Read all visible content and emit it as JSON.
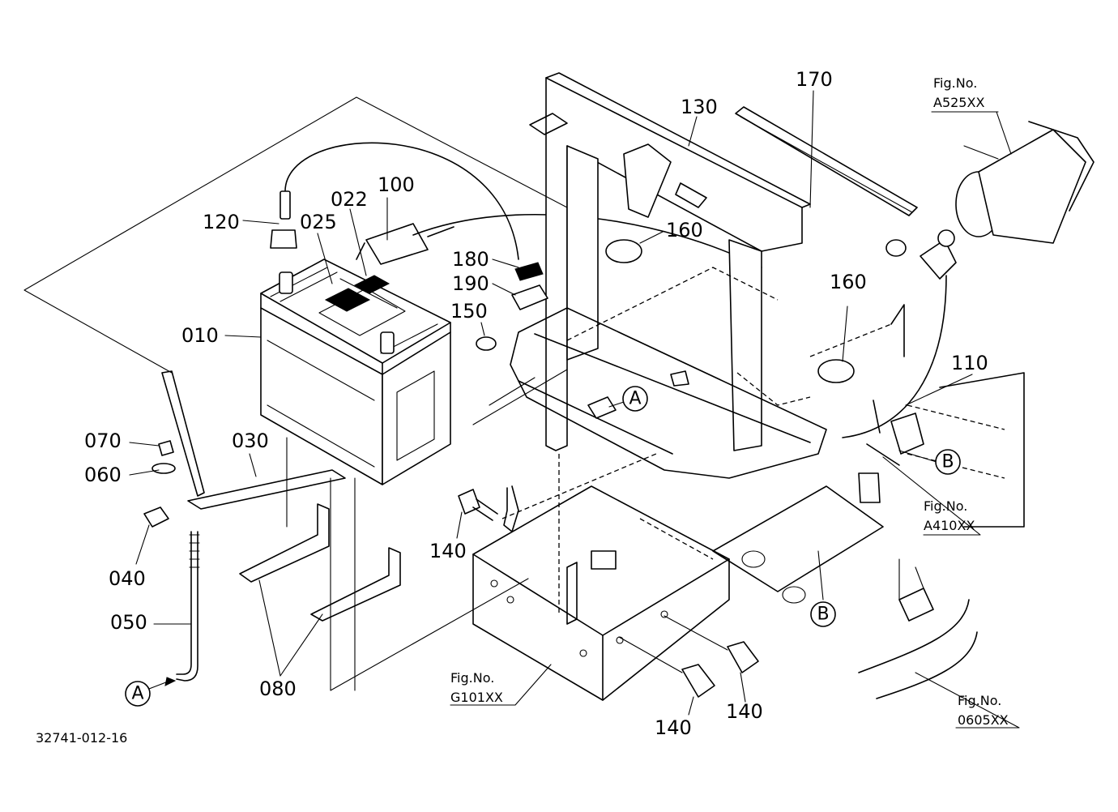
{
  "diagram": {
    "drawing_number": "32741-012-16",
    "part_labels": [
      {
        "key": "p170",
        "text": "170"
      },
      {
        "key": "p130",
        "text": "130"
      },
      {
        "key": "p100",
        "text": "100"
      },
      {
        "key": "p022",
        "text": "022"
      },
      {
        "key": "p120",
        "text": "120"
      },
      {
        "key": "p025",
        "text": "025"
      },
      {
        "key": "p160a",
        "text": "160"
      },
      {
        "key": "p180",
        "text": "180"
      },
      {
        "key": "p190",
        "text": "190"
      },
      {
        "key": "p150",
        "text": "150"
      },
      {
        "key": "p010",
        "text": "010"
      },
      {
        "key": "p160b",
        "text": "160"
      },
      {
        "key": "p110",
        "text": "110"
      },
      {
        "key": "p070",
        "text": "070"
      },
      {
        "key": "p030",
        "text": "030"
      },
      {
        "key": "p060",
        "text": "060"
      },
      {
        "key": "p140a",
        "text": "140"
      },
      {
        "key": "p040",
        "text": "040"
      },
      {
        "key": "p050",
        "text": "050"
      },
      {
        "key": "p080",
        "text": "080"
      },
      {
        "key": "p140b",
        "text": "140"
      },
      {
        "key": "p140c",
        "text": "140"
      }
    ],
    "figure_refs": [
      {
        "key": "a525",
        "caption": "Fig.No.",
        "code": "A525XX"
      },
      {
        "key": "a410",
        "caption": "Fig.No.",
        "code": "A410XX"
      },
      {
        "key": "g101",
        "caption": "Fig.No.",
        "code": "G101XX"
      },
      {
        "key": "f0605",
        "caption": "Fig.No.",
        "code": "0605XX"
      }
    ],
    "connection_tags": [
      {
        "key": "a_top",
        "text": "A"
      },
      {
        "key": "a_bottom",
        "text": "A"
      },
      {
        "key": "b_right",
        "text": "B"
      },
      {
        "key": "b_lower",
        "text": "B"
      }
    ]
  }
}
